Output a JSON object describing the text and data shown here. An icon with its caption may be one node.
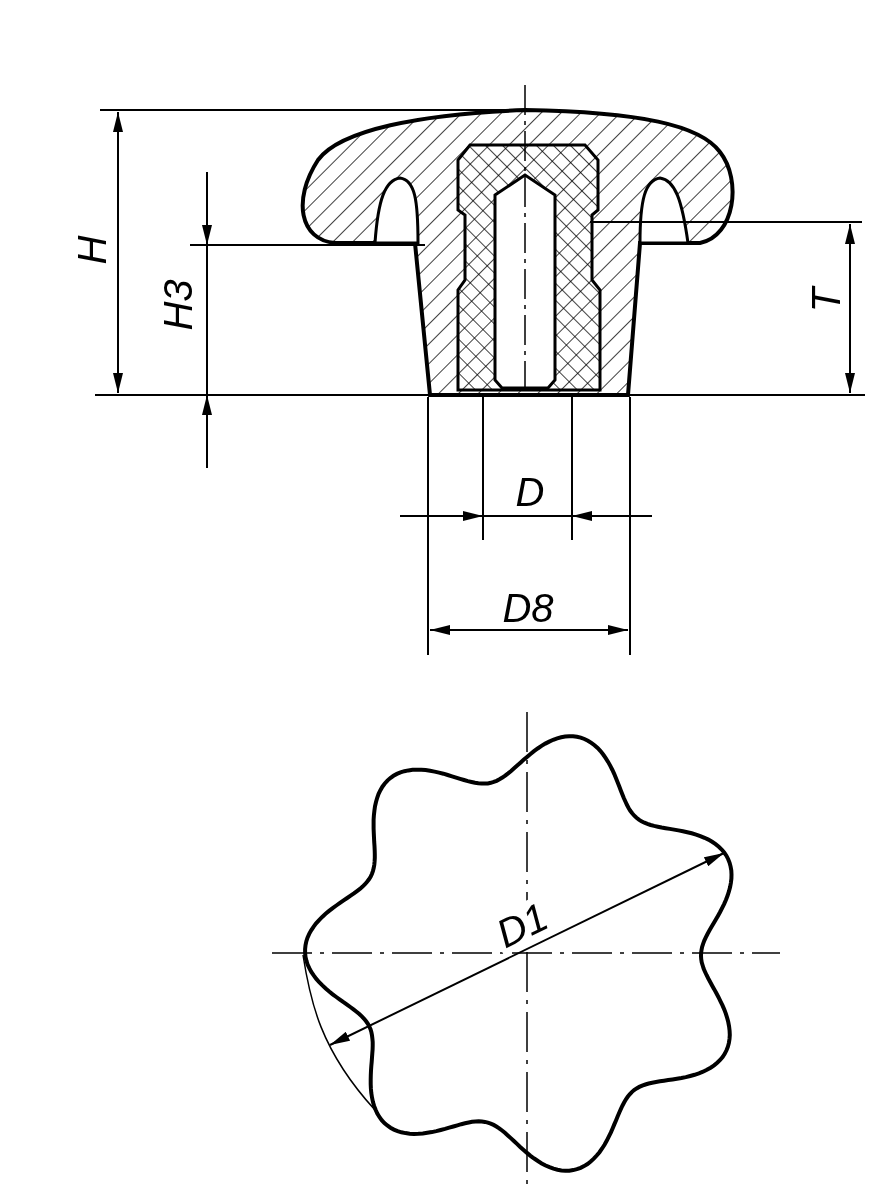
{
  "diagram": {
    "labels": [
      "H",
      "H3",
      "T",
      "D",
      "D8",
      "D1"
    ]
  }
}
